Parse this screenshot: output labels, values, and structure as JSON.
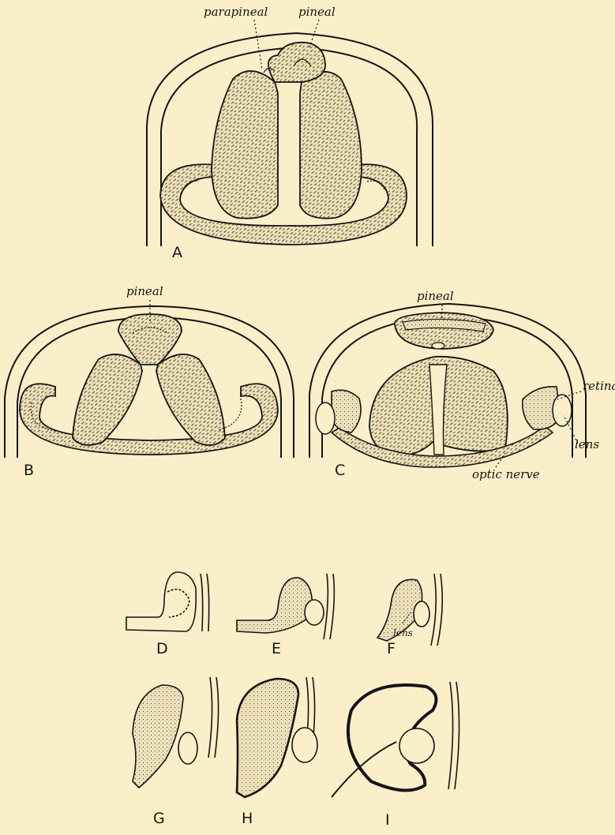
{
  "labels": {
    "parapineal": "parapineal",
    "pineal_a": "pineal",
    "pineal_b": "pineal",
    "pineal_c": "pineal",
    "retina": "retina",
    "lens_c": "lens",
    "optic_nerve": "optic nerve",
    "lens_f": "lens"
  },
  "panels": [
    "A",
    "B",
    "C",
    "D",
    "E",
    "F",
    "G",
    "H",
    "I"
  ],
  "colors": {
    "paper": "#fbefc9",
    "ink": "#151515"
  }
}
